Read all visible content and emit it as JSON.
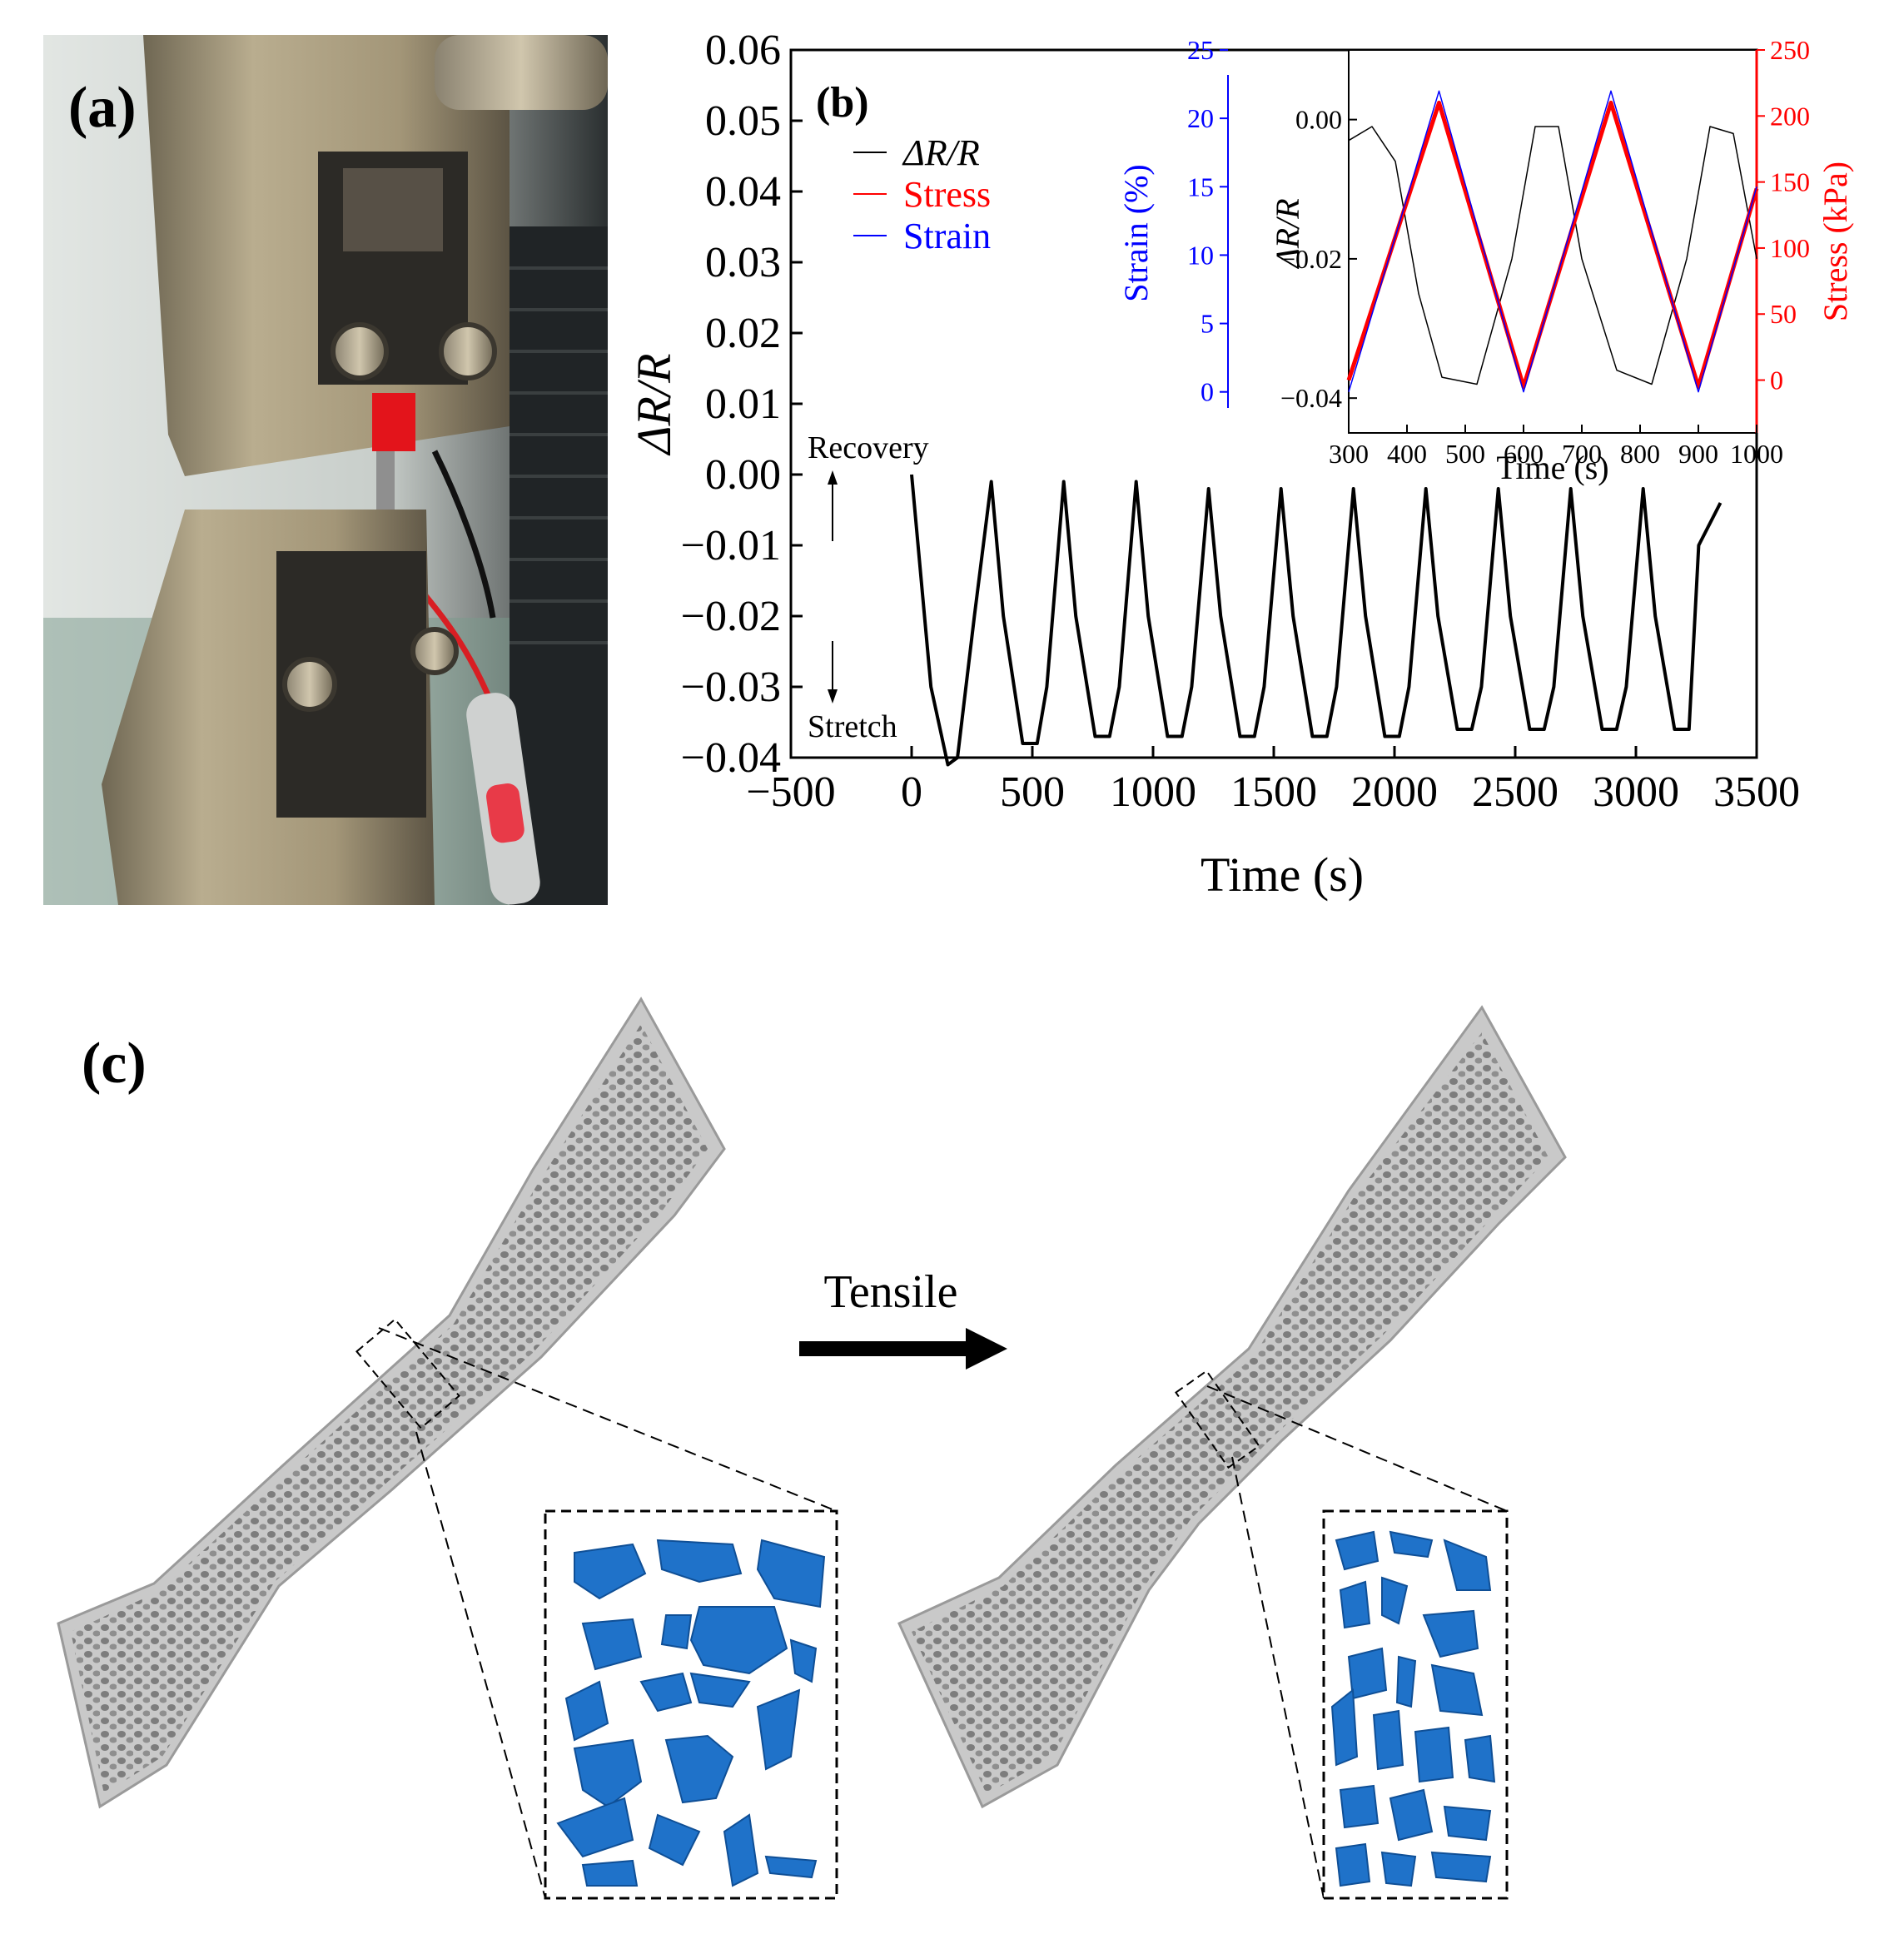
{
  "panel_a": {
    "label": "(a)"
  },
  "panel_b": {
    "label": "(b)",
    "annotation_recovery": "Recovery",
    "annotation_stretch": "Stretch",
    "chart_data": [
      {
        "type": "line",
        "title": "",
        "xlabel": "Time (s)",
        "ylabel": "ΔR/R",
        "xlim": [
          -500,
          3500
        ],
        "ylim": [
          -0.04,
          0.06
        ],
        "x_ticks": [
          "−500",
          "0",
          "500",
          "1000",
          "1500",
          "2000",
          "2500",
          "3000",
          "3500"
        ],
        "y_ticks": [
          "0.06",
          "0.05",
          "0.04",
          "0.03",
          "0.02",
          "0.01",
          "0.00",
          "−0.01",
          "−0.02",
          "−0.03",
          "−0.04"
        ],
        "grid": false,
        "series": [
          {
            "name": "ΔR/R",
            "color": "#000000",
            "x": [
              0,
              80,
              150,
              190,
              260,
              330,
              380,
              460,
              520,
              560,
              630,
              680,
              760,
              820,
              860,
              930,
              980,
              1060,
              1120,
              1160,
              1230,
              1280,
              1360,
              1420,
              1460,
              1530,
              1580,
              1660,
              1720,
              1760,
              1830,
              1880,
              1960,
              2020,
              2060,
              2130,
              2180,
              2260,
              2320,
              2360,
              2430,
              2480,
              2560,
              2620,
              2660,
              2730,
              2780,
              2860,
              2920,
              2960,
              3030,
              3080,
              3160,
              3220,
              3260,
              3350
            ],
            "y": [
              0.0,
              -0.03,
              -0.041,
              -0.04,
              -0.02,
              -0.001,
              -0.02,
              -0.038,
              -0.038,
              -0.03,
              -0.001,
              -0.02,
              -0.037,
              -0.037,
              -0.03,
              -0.001,
              -0.02,
              -0.037,
              -0.037,
              -0.03,
              -0.002,
              -0.02,
              -0.037,
              -0.037,
              -0.03,
              -0.002,
              -0.02,
              -0.037,
              -0.037,
              -0.03,
              -0.002,
              -0.02,
              -0.037,
              -0.037,
              -0.03,
              -0.002,
              -0.02,
              -0.036,
              -0.036,
              -0.03,
              -0.002,
              -0.02,
              -0.036,
              -0.036,
              -0.03,
              -0.002,
              -0.02,
              -0.036,
              -0.036,
              -0.03,
              -0.002,
              -0.02,
              -0.036,
              -0.036,
              -0.01,
              -0.004
            ]
          }
        ],
        "legend": [
          {
            "label": "ΔR/R",
            "color": "#000000"
          },
          {
            "label": "Stress",
            "color": "#ff0000"
          },
          {
            "label": "Strain",
            "color": "#0000ff"
          }
        ],
        "legend_placement": "top-left"
      },
      {
        "type": "line",
        "title": "",
        "xlabel": "Time (s)",
        "ylabel": "ΔR/R",
        "y2label_strain": "Strain (%)",
        "y2label_stress": "Stress (kPa)",
        "xlim": [
          300,
          1000
        ],
        "ylim": [
          -0.045,
          0.01
        ],
        "strain_lim": [
          -3,
          25
        ],
        "stress_lim": [
          -40,
          250
        ],
        "x_ticks": [
          "300",
          "400",
          "500",
          "600",
          "700",
          "800",
          "900",
          "1000"
        ],
        "y_ticks": [
          "0.00",
          "−0.02",
          "−0.04"
        ],
        "strain_ticks": [
          "25",
          "20",
          "15",
          "10",
          "5",
          "0"
        ],
        "stress_ticks": [
          "250",
          "200",
          "150",
          "100",
          "50",
          "0"
        ],
        "grid": false,
        "series": [
          {
            "name": "ΔR/R",
            "color": "#000000",
            "x": [
              300,
              340,
              380,
              420,
              460,
              520,
              580,
              620,
              660,
              700,
              760,
              820,
              880,
              920,
              960,
              1000
            ],
            "y": [
              -0.003,
              -0.001,
              -0.006,
              -0.025,
              -0.037,
              -0.038,
              -0.02,
              -0.001,
              -0.001,
              -0.02,
              -0.036,
              -0.038,
              -0.02,
              -0.001,
              -0.002,
              -0.02
            ]
          },
          {
            "name": "Stress",
            "color": "#ff0000",
            "x": [
              300,
              455,
              600,
              750,
              900,
              1000
            ],
            "y": [
              0,
              210,
              -5,
              210,
              -5,
              145
            ]
          },
          {
            "name": "Strain",
            "color": "#0000ff",
            "x": [
              300,
              455,
              600,
              750,
              900,
              1000
            ],
            "y": [
              0,
              22,
              0,
              22,
              0,
              15
            ]
          }
        ]
      }
    ]
  },
  "panel_c": {
    "label": "(c)",
    "arrow_label": "Tensile"
  }
}
